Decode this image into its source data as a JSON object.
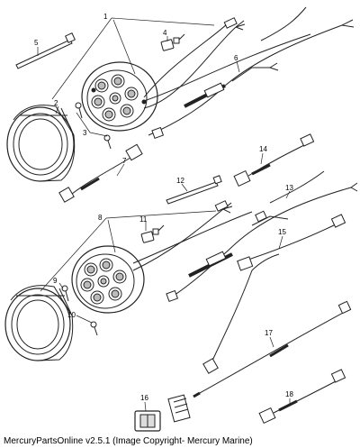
{
  "callouts": [
    "1",
    "2",
    "3",
    "4",
    "5",
    "6",
    "7",
    "8",
    "9",
    "10",
    "11",
    "12",
    "13",
    "14",
    "15",
    "16",
    "17",
    "18"
  ],
  "footer": {
    "text": "MercuryPartsOnline v2.5.1 (Image Copyright- Mercury Marine)"
  }
}
